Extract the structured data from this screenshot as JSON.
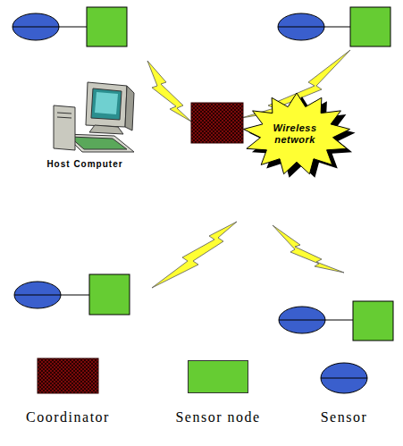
{
  "diagram": {
    "nodes": [
      {
        "text": [
          "Wireless network"
        ]
      }
    ],
    "labels": [
      "Host Computer"
    ],
    "legend": [
      {
        "text": "Coordinator"
      },
      {
        "text": "Sensor node",
        "color": "#66cc33"
      },
      {
        "text": "Sensor"
      }
    ]
  }
}
